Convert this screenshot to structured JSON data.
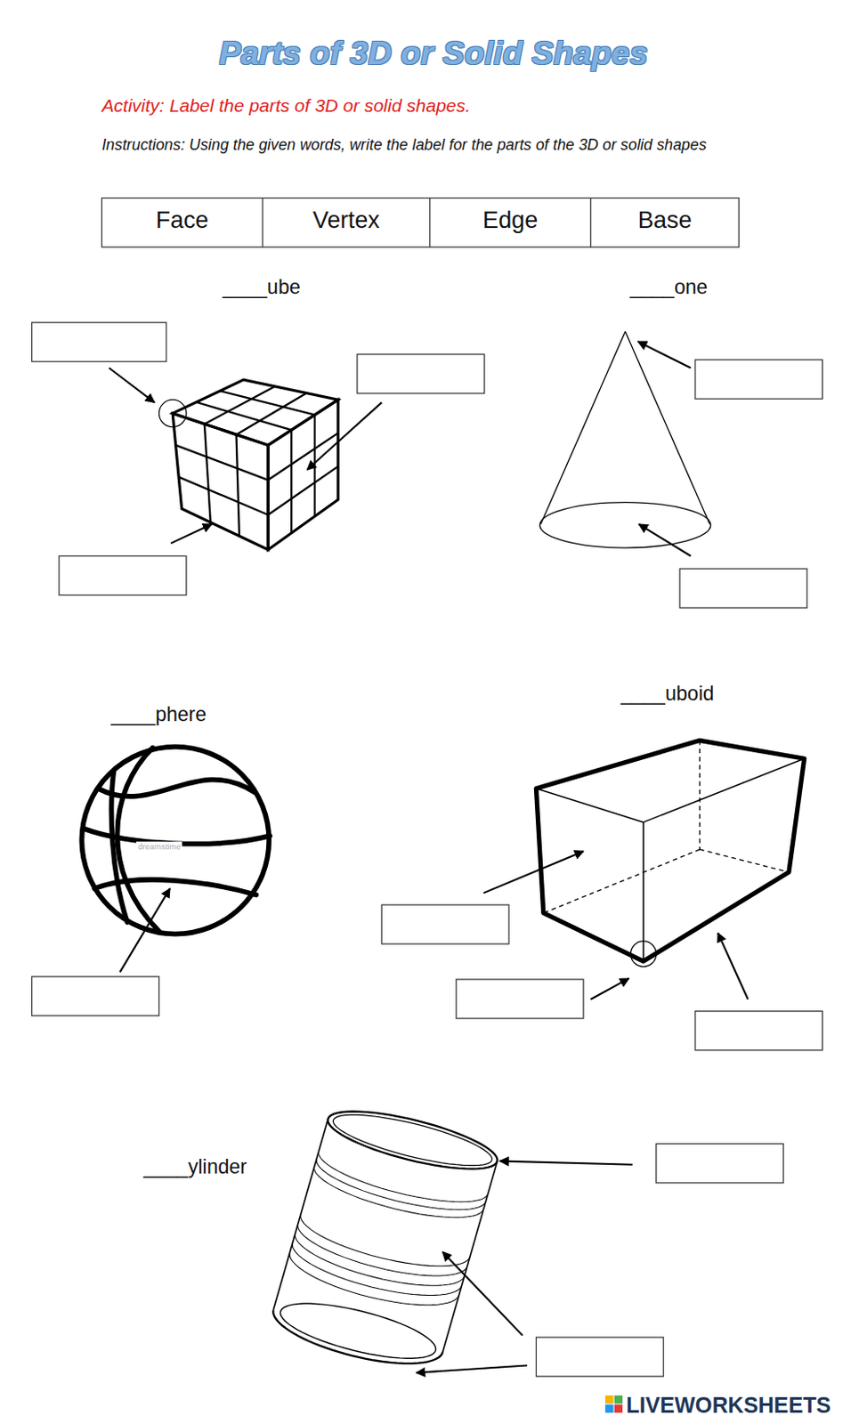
{
  "diagram": {
    "title": "Parts of 3D or Solid Shapes",
    "labels": [
      "Activity: Label the parts of 3D or solid shapes.",
      "Instructions: Using the given words, write the label for the parts of the 3D or solid shapes",
      "Face",
      "Vertex",
      "Edge",
      "Base",
      "____ube",
      "____one",
      "____phere",
      "____uboid",
      "____ylinder",
      "dreamstime",
      "LIVEWORKSHEETS"
    ]
  }
}
